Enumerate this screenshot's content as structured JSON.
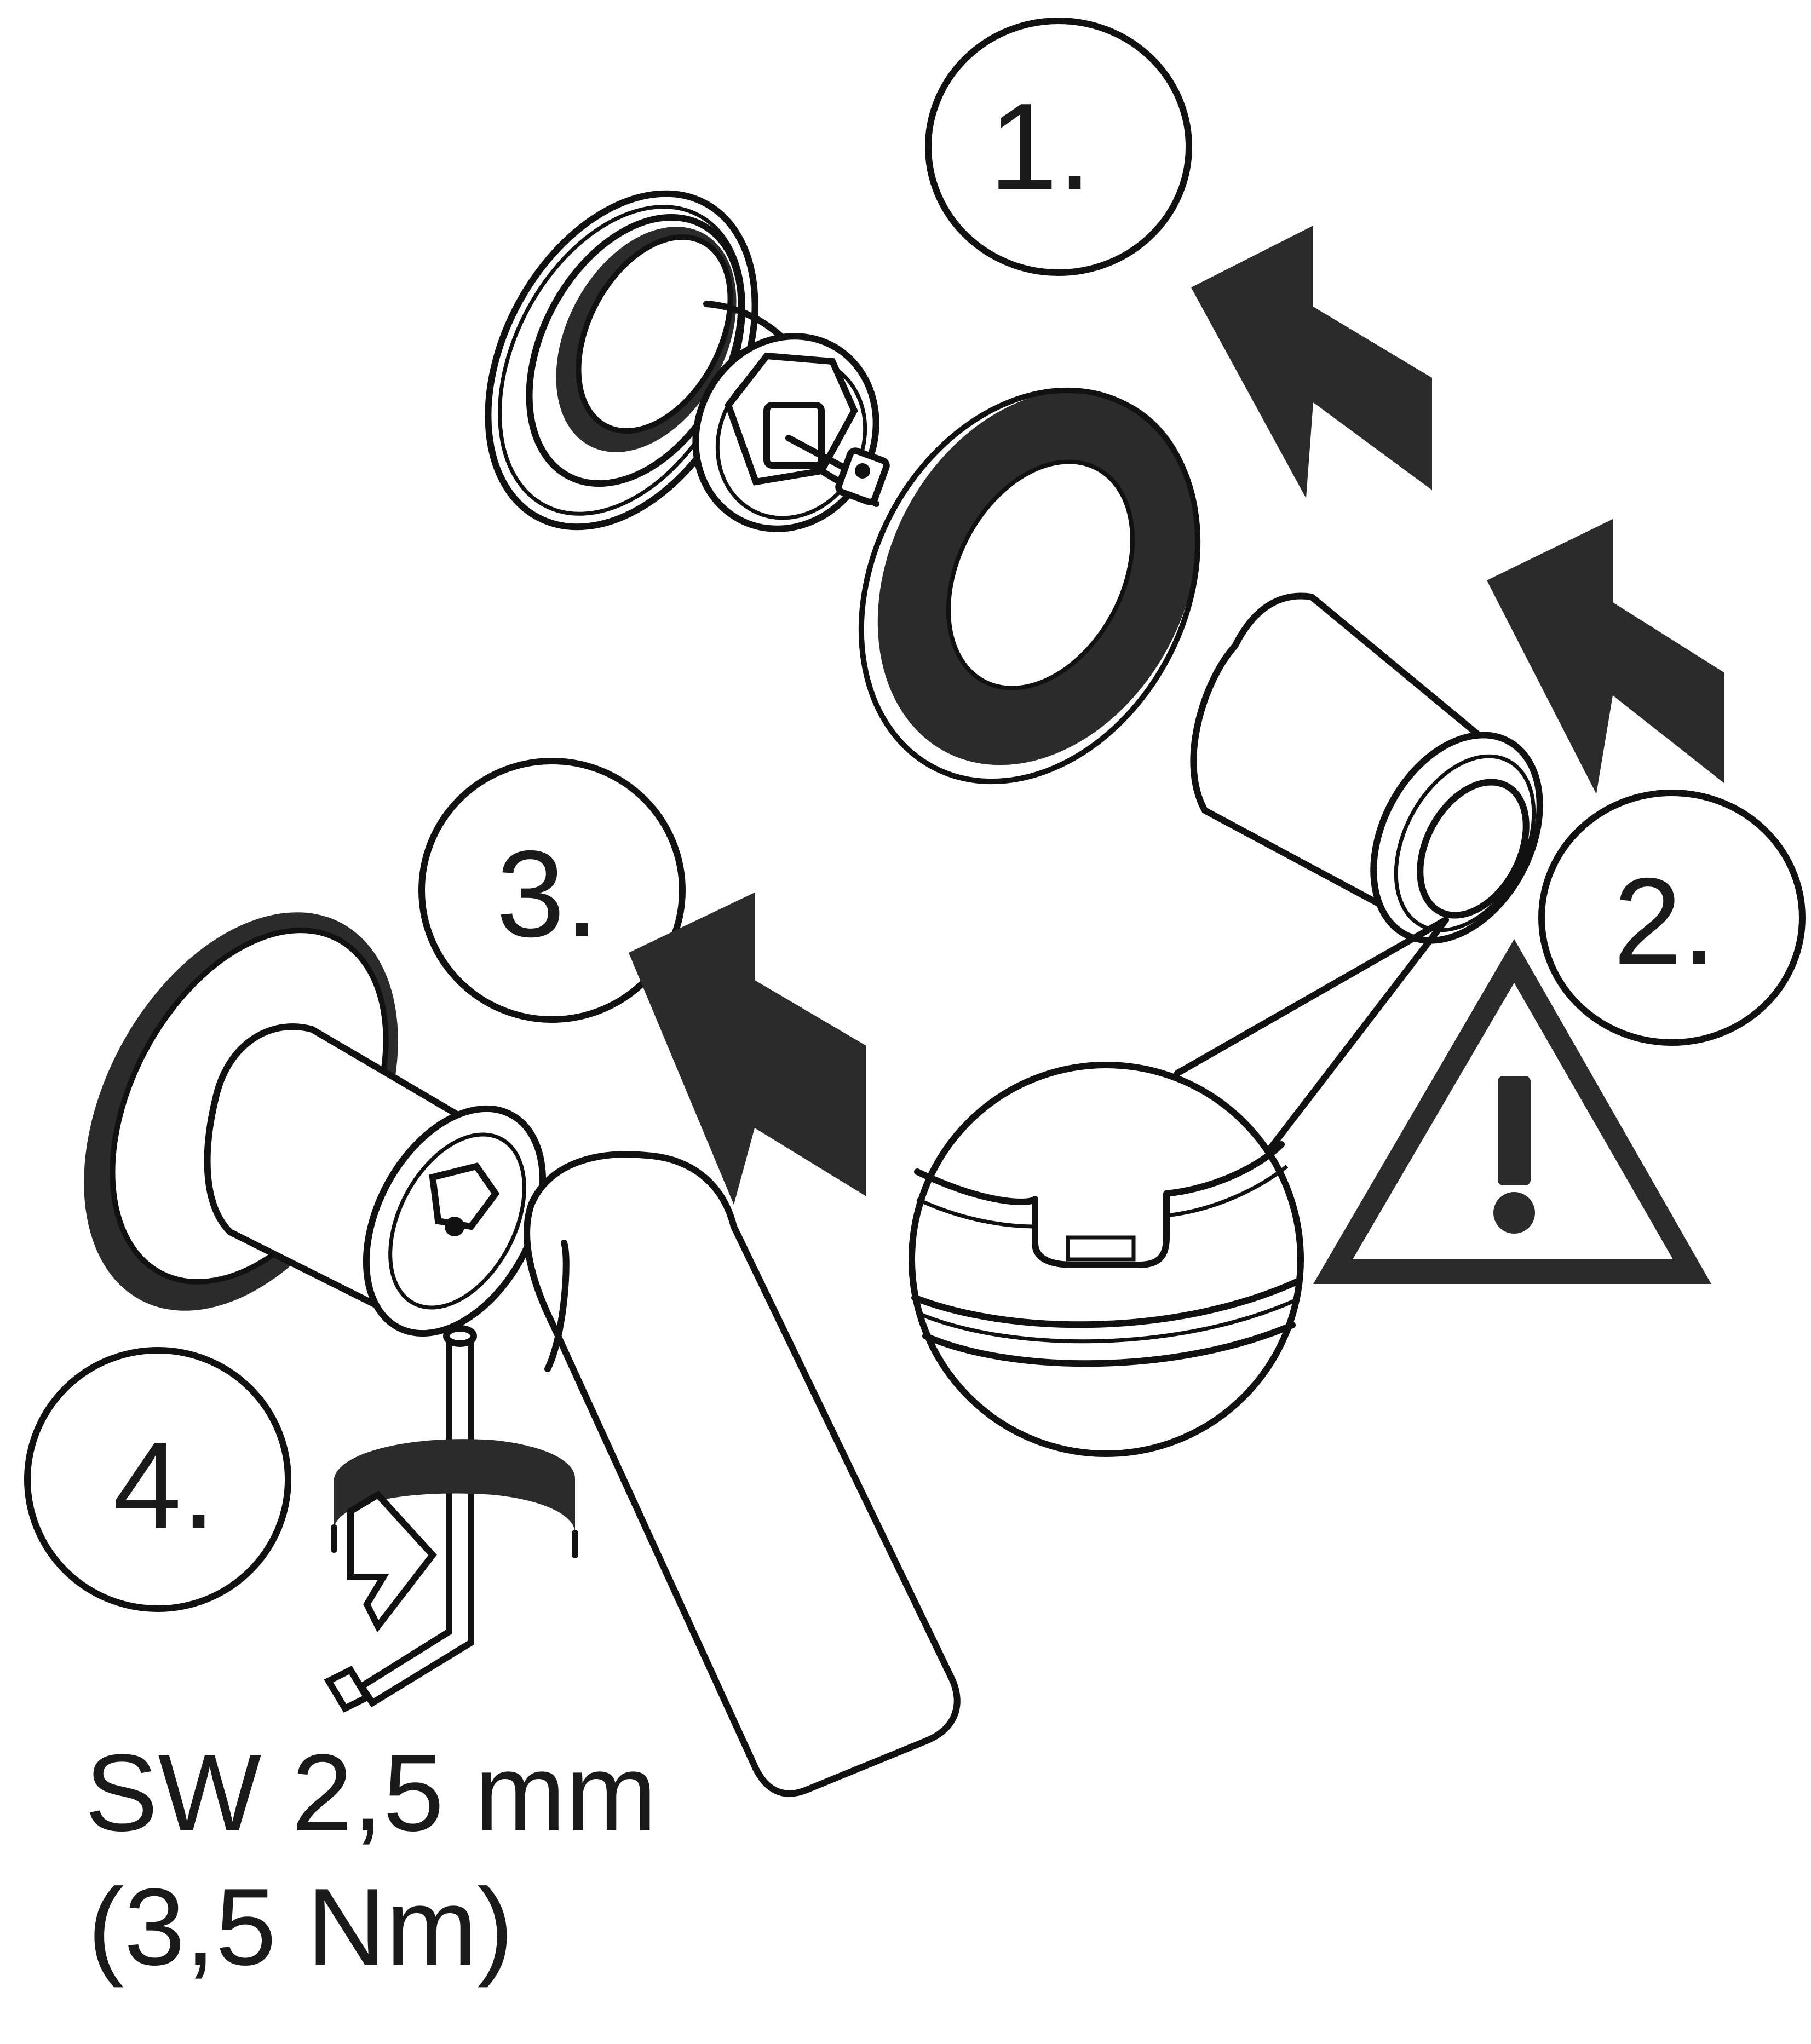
{
  "colors": {
    "ink": "#2b2b2b",
    "paper": "#ffffff"
  },
  "steps": [
    "1.",
    "2.",
    "3.",
    "4."
  ],
  "spec": {
    "wrench_size": "SW 2,5 mm",
    "torque": "(3,5 Nm)"
  },
  "icons": [
    "warning-icon",
    "arrow-icon",
    "hex-key-icon",
    "rotate-arrow-icon"
  ]
}
